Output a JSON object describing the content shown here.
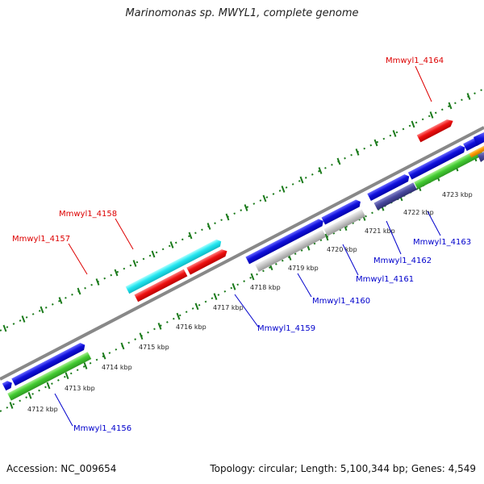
{
  "title": "Marinomonas sp. MWYL1, complete genome",
  "footer": {
    "accession": "Accession: NC_009654",
    "summary": "Topology: circular; Length: 5,100,344 bp; Genes: 4,549"
  },
  "axis_labels": [
    "4712 kbp",
    "4713 kbp",
    "4714 kbp",
    "4715 kbp",
    "4716 kbp",
    "4717 kbp",
    "4718 kbp",
    "4719 kbp",
    "4720 kbp",
    "4721 kbp",
    "4722 kbp",
    "4723 kbp"
  ],
  "gene_labels": [
    {
      "id": "l4164",
      "text": "Mmwyl1_4164",
      "color": "#dd0000"
    },
    {
      "id": "l4158",
      "text": "Mmwyl1_4158",
      "color": "#dd0000"
    },
    {
      "id": "l4157",
      "text": "Mmwyl1_4157",
      "color": "#dd0000"
    },
    {
      "id": "l4163",
      "text": "Mmwyl1_4163",
      "color": "#0000cc"
    },
    {
      "id": "l4162",
      "text": "Mmwyl1_4162",
      "color": "#0000cc"
    },
    {
      "id": "l4161",
      "text": "Mmwyl1_4161",
      "color": "#0000cc"
    },
    {
      "id": "l4160",
      "text": "Mmwyl1_4160",
      "color": "#0000cc"
    },
    {
      "id": "l4159",
      "text": "Mmwyl1_4159",
      "color": "#0000cc"
    },
    {
      "id": "l4156",
      "text": "Mmwyl1_4156",
      "color": "#0000cc"
    }
  ],
  "colors": {
    "backbone": "#888888",
    "ticks": "#1a7a1a",
    "cds_forward": "#1111dd",
    "cds_reverse": "#ee1111",
    "rna_cyan": "#22e6f0",
    "track_green": "#44cc33",
    "track_gray": "#c8c8c8",
    "track_purple": "#4a4aa0",
    "track_orange": "#ff9900"
  }
}
